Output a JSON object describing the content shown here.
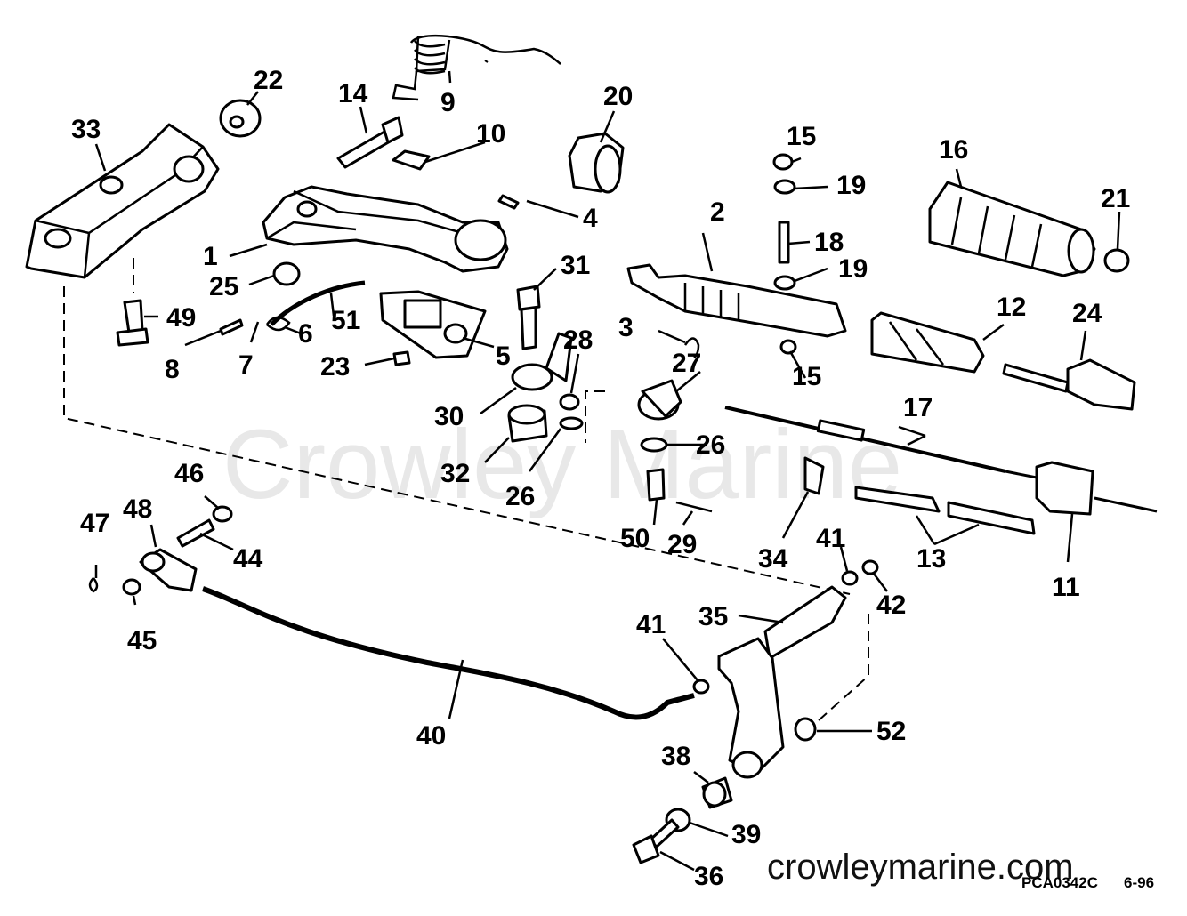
{
  "watermark": "Crowley Marine",
  "website": "crowleymarine.com",
  "drawing_code": "PCA0342C",
  "date_code": "6-96",
  "callouts": {
    "c1": "1",
    "c2": "2",
    "c3": "3",
    "c4": "4",
    "c5": "5",
    "c6": "6",
    "c7": "7",
    "c8": "8",
    "c9": "9",
    "c10": "10",
    "c11": "11",
    "c12": "12",
    "c13": "13",
    "c14": "14",
    "c15a": "15",
    "c15b": "15",
    "c16": "16",
    "c17": "17",
    "c18": "18",
    "c19a": "19",
    "c19b": "19",
    "c20": "20",
    "c21": "21",
    "c22": "22",
    "c23": "23",
    "c24": "24",
    "c25": "25",
    "c26a": "26",
    "c26b": "26",
    "c27": "27",
    "c28": "28",
    "c29": "29",
    "c30": "30",
    "c31": "31",
    "c32": "32",
    "c33": "33",
    "c34": "34",
    "c35": "35",
    "c36": "36",
    "c38": "38",
    "c39": "39",
    "c40": "40",
    "c41a": "41",
    "c41b": "41",
    "c42": "42",
    "c44": "44",
    "c45": "45",
    "c46": "46",
    "c47": "47",
    "c48": "48",
    "c49": "49",
    "c50": "50",
    "c51": "51",
    "c52": "52"
  }
}
